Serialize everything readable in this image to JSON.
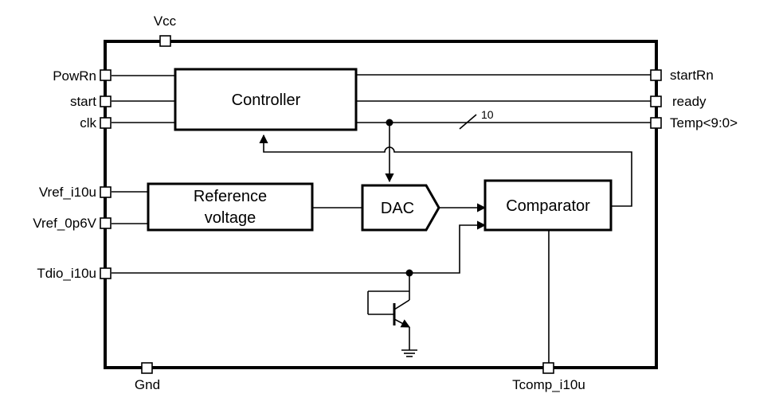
{
  "pins": {
    "vcc": "Vcc",
    "gnd": "Gnd",
    "powrn": "PowRn",
    "start": "start",
    "clk": "clk",
    "vref_i10u": "Vref_i10u",
    "vref_0p6v": "Vref_0p6V",
    "tdio_i10u": "Tdio_i10u",
    "startrn": "startRn",
    "ready": "ready",
    "temp": "Temp<9:0>",
    "tcomp_i10u": "Tcomp_i10u"
  },
  "blocks": {
    "controller": "Controller",
    "reference_line1": "Reference",
    "reference_line2": "voltage",
    "dac": "DAC",
    "comparator": "Comparator"
  },
  "bus": {
    "width_label": "10"
  }
}
